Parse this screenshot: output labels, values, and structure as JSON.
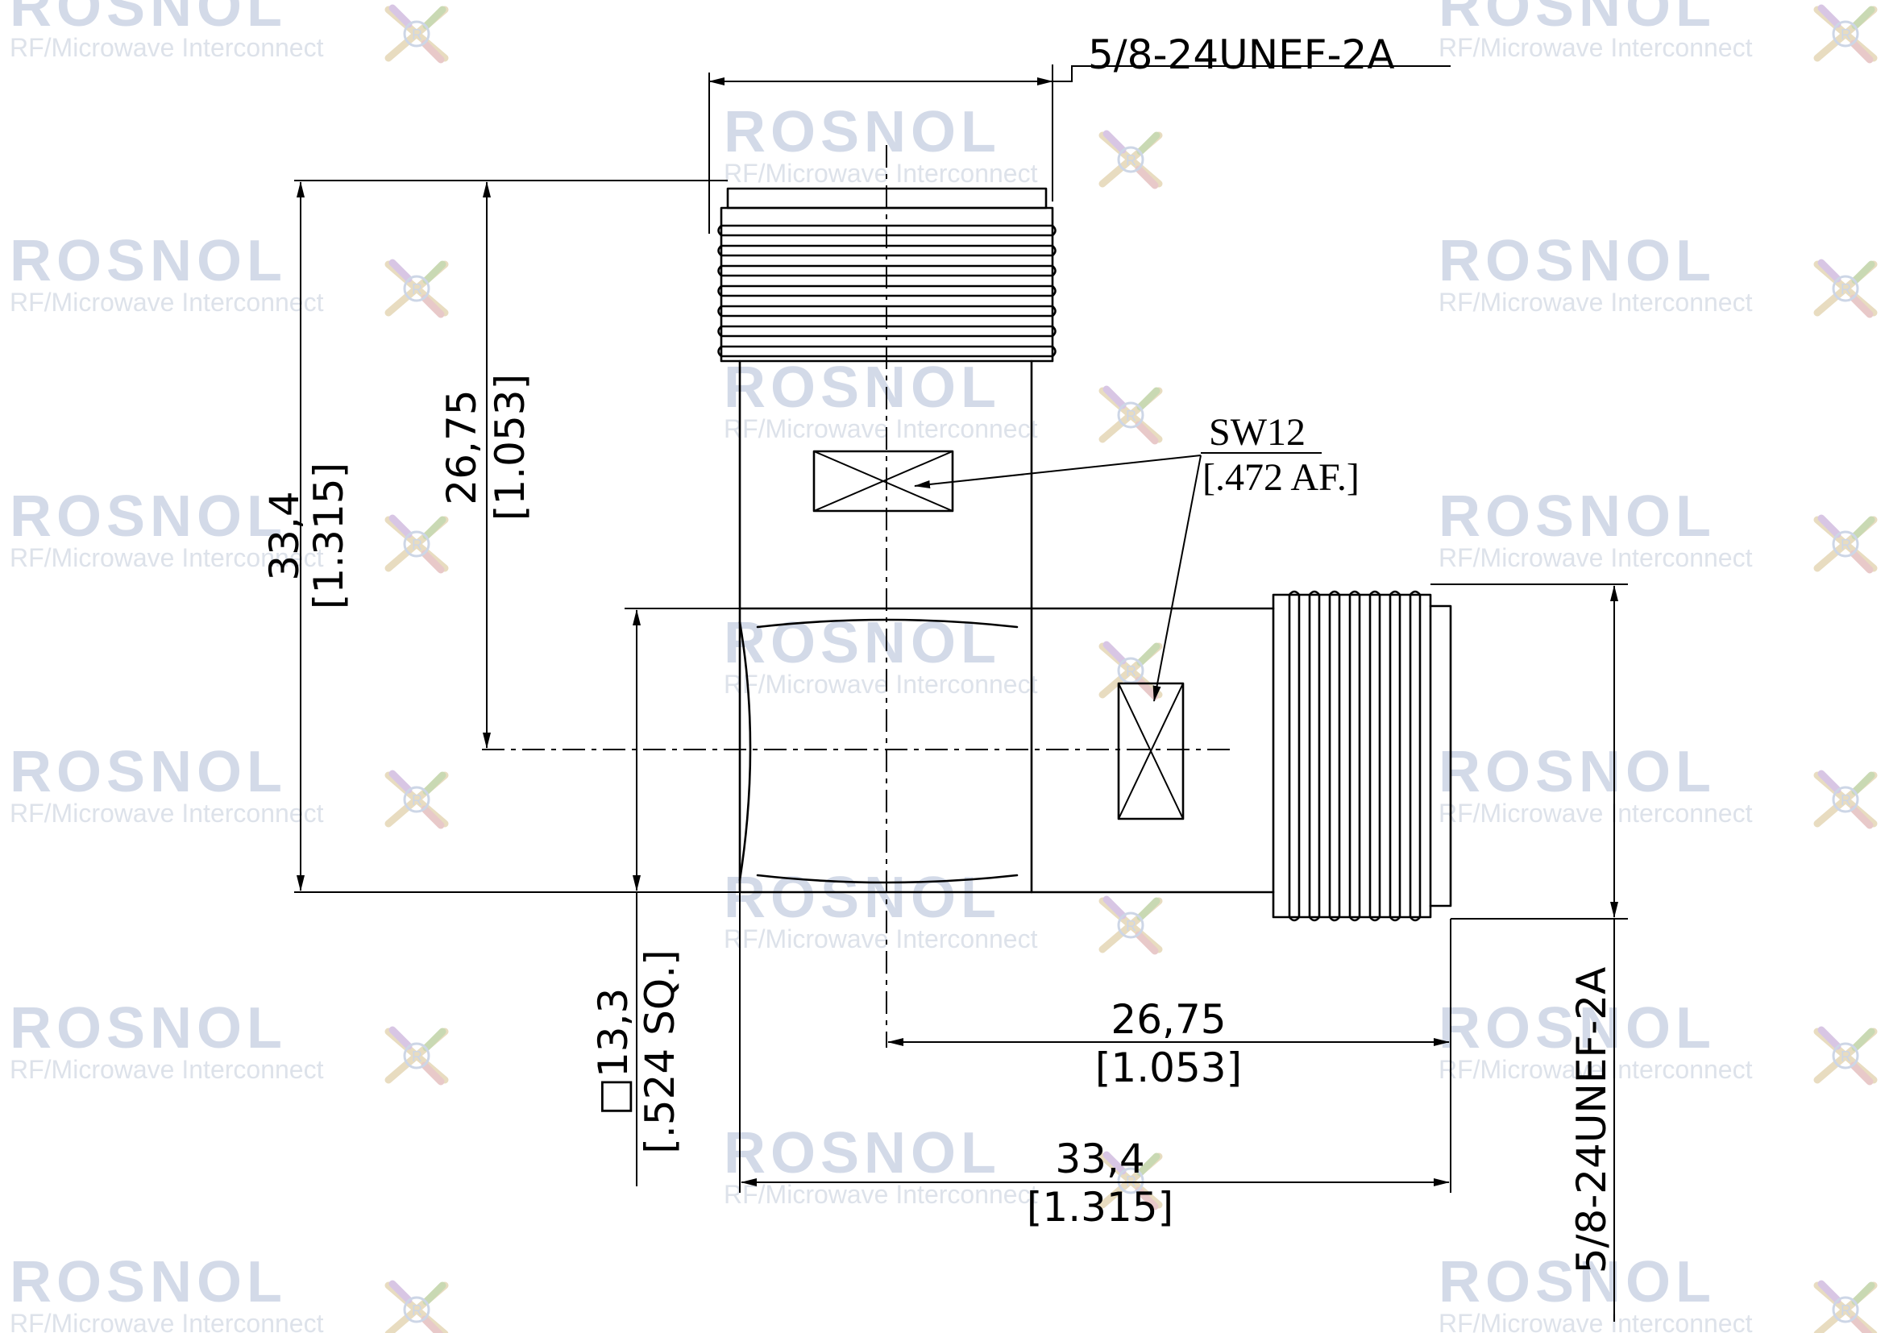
{
  "watermark": {
    "brand": "ROSNOL",
    "subtitle": "RF/Microwave Interconnect",
    "brand_color": "#d3dae8",
    "logo_icon": "rosnol-star-logo-icon"
  },
  "dimensions": {
    "top_thread": "5/8-24UNEF-2A",
    "right_thread": "5/8-24UNEF-2A",
    "overall_height_mm": "33,4",
    "overall_height_in": "[1.315]",
    "vertical_offset_mm": "26,75",
    "vertical_offset_in": "[1.053]",
    "body_square_mm": "□13,3",
    "body_square_in": "[.524 SQ.]",
    "horizontal_offset_mm": "26,75",
    "horizontal_offset_in": "[1.053]",
    "overall_length_mm": "33,4",
    "overall_length_in": "[1.315]"
  },
  "callout": {
    "wrench": "SW12",
    "across_flats": "[.472 AF.]"
  }
}
